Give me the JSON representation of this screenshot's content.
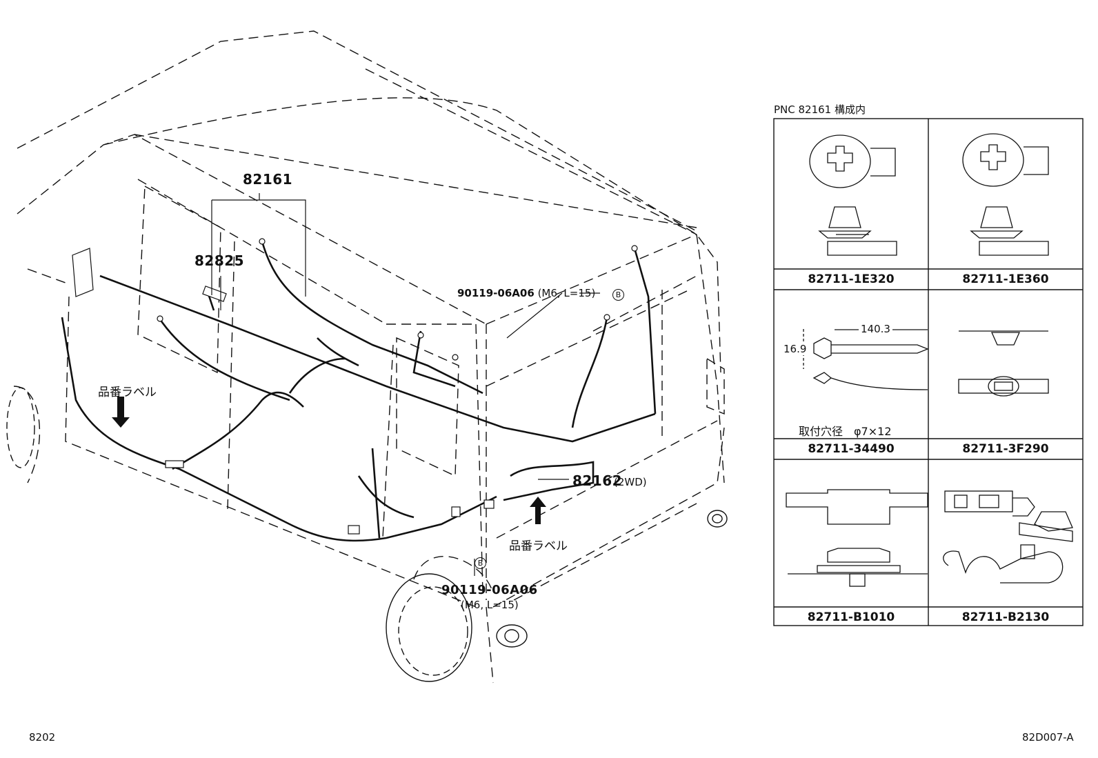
{
  "diagram": {
    "part_labels": {
      "main_harness": "82161",
      "clamp": "82825",
      "rear_harness": "82162",
      "rear_harness_note": "(2WD)"
    },
    "bolt_callouts": {
      "upper_pn": "90119-06A06",
      "upper_spec": "(M6, L=15)",
      "upper_marker": "B",
      "lower_pn": "90119-06A06",
      "lower_spec": "(M6, L=15)",
      "lower_marker": "B"
    },
    "notes": {
      "label_marker_left": "品番ラベル",
      "label_marker_right": "品番ラベル"
    },
    "footer": {
      "page_code": "8202",
      "figure_code": "82D007-A"
    }
  },
  "clip_table": {
    "title": "PNC 82161 構成内",
    "cells": [
      {
        "part_number": "82711-1E320"
      },
      {
        "part_number": "82711-1E360"
      },
      {
        "part_number": "82711-34490",
        "dim_length": "140.3",
        "dim_height": "16.9",
        "hole_note": "取付穴径　φ7×12"
      },
      {
        "part_number": "82711-3F290"
      },
      {
        "part_number": "82711-B1010"
      },
      {
        "part_number": "82711-B2130"
      }
    ]
  }
}
